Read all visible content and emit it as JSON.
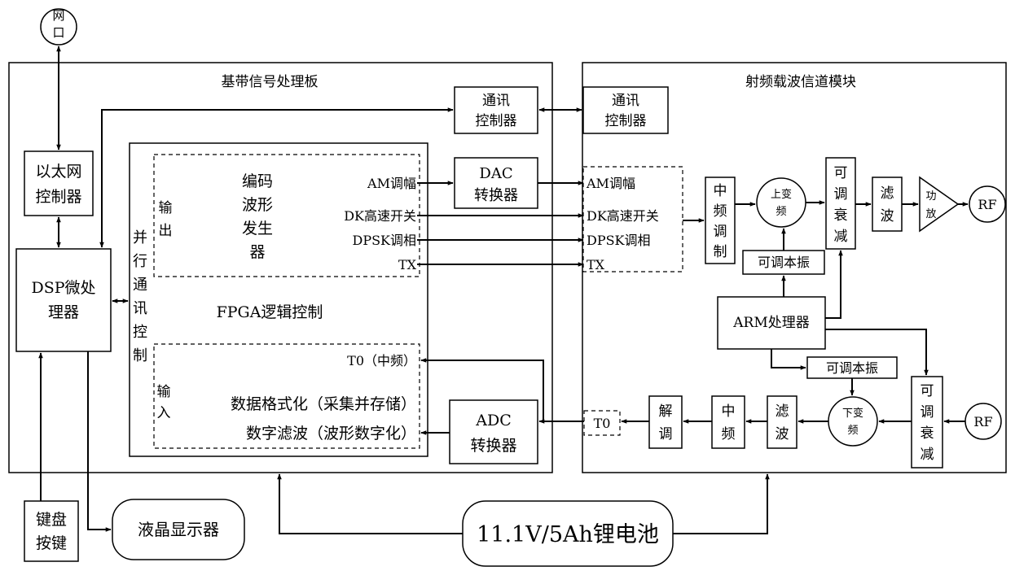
{
  "net_port": {
    "line1": "网",
    "line2": "口"
  },
  "baseband_board": {
    "title": "基带信号处理板"
  },
  "rf_module": {
    "title": "射频载波信道模块"
  },
  "comm_ctrl_baseband": {
    "line1": "通讯",
    "line2": "控制器"
  },
  "comm_ctrl_rf": {
    "line1": "通讯",
    "line2": "控制器"
  },
  "ethernet_ctrl": {
    "line1": "以太网",
    "line2": "控制器"
  },
  "dsp": {
    "line1": "DSP微处",
    "line2": "理器"
  },
  "parallel_comm": {
    "chars": [
      "并",
      "行",
      "通",
      "讯",
      "控",
      "制"
    ]
  },
  "fpga": {
    "title": "FPGA逻辑控制"
  },
  "output_group": {
    "label_chars": [
      "输",
      "出"
    ],
    "generator_chars": [
      "编码",
      "波形",
      "发生",
      "器"
    ],
    "signals": [
      "AM调幅",
      "DK高速开关",
      "DPSK调相",
      "TX"
    ]
  },
  "input_group": {
    "label_chars": [
      "输",
      "入"
    ],
    "t0": "T0（中频）",
    "line1": "数据格式化（采集并存储）",
    "line2": "数字滤波（波形数字化）"
  },
  "dac": {
    "line1": "DAC",
    "line2": "转换器"
  },
  "adc": {
    "line1": "ADC",
    "line2": "转换器"
  },
  "rf_inputs": {
    "signals": [
      "AM调幅",
      "DK高速开关",
      "DPSK调相",
      "TX"
    ]
  },
  "if_modulation": {
    "chars": [
      "中",
      "频",
      "调",
      "制"
    ]
  },
  "upconverter": {
    "line1": "上变",
    "line2": "频"
  },
  "tunable_atten_tx": {
    "chars": [
      "可",
      "调",
      "衰",
      "减"
    ]
  },
  "filter_tx": {
    "chars": [
      "滤",
      "波"
    ]
  },
  "power_amp": {
    "line1": "功",
    "line2": "放"
  },
  "rf_out": {
    "label": "RF"
  },
  "local_osc_tx": {
    "label": "可调本振"
  },
  "arm": {
    "label": "ARM处理器"
  },
  "local_osc_rx": {
    "label": "可调本振"
  },
  "tunable_atten_rx": {
    "chars": [
      "可",
      "调",
      "衰",
      "减"
    ]
  },
  "rf_in": {
    "label": "RF"
  },
  "downconverter": {
    "line1": "下变",
    "line2": "频"
  },
  "filter_rx": {
    "chars": [
      "滤",
      "波"
    ]
  },
  "if_rx": {
    "chars": [
      "中",
      "频"
    ]
  },
  "demod": {
    "chars": [
      "解",
      "调"
    ]
  },
  "t0_rf": {
    "label": "T0"
  },
  "keyboard": {
    "line1": "键盘",
    "line2": "按键"
  },
  "lcd": {
    "label": "液晶显示器"
  },
  "battery": {
    "label": "11.1V/5Ah锂电池"
  }
}
